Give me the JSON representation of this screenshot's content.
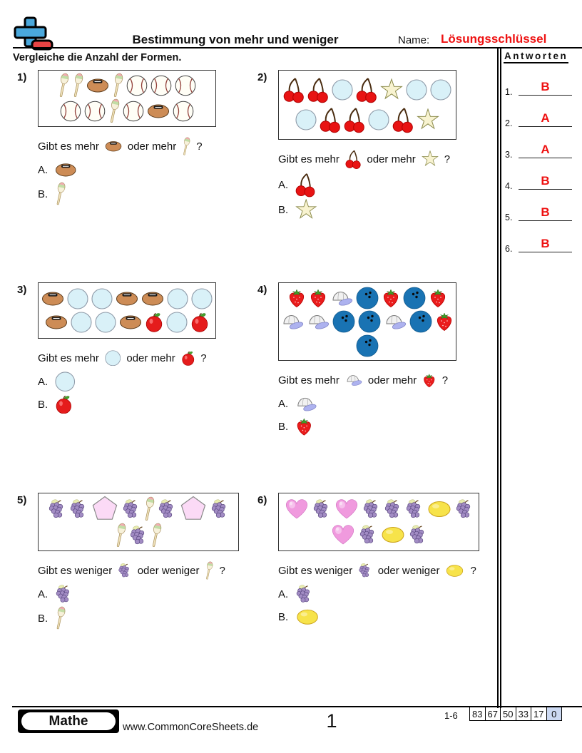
{
  "header": {
    "title": "Bestimmung von mehr und weniger",
    "name_label": "Name:",
    "answer_key_label": "Lösungsschlüssel",
    "instruction": "Vergleiche die Anzahl der Formen.",
    "accent_color": "#ee1111",
    "logo": {
      "plus_color": "#4aa8dc",
      "minus_color": "#e84444"
    }
  },
  "answers": {
    "heading": "Antworten",
    "answer_color": "#ee1111",
    "items": [
      {
        "num": "1.",
        "value": "B"
      },
      {
        "num": "2.",
        "value": "A"
      },
      {
        "num": "3.",
        "value": "A"
      },
      {
        "num": "4.",
        "value": "B"
      },
      {
        "num": "5.",
        "value": "B"
      },
      {
        "num": "6.",
        "value": "B"
      }
    ]
  },
  "problems": [
    {
      "label": "1)",
      "box_rows": [
        [
          "popsicle",
          "popsicle",
          "football",
          "popsicle",
          "baseball",
          "baseball",
          "baseball"
        ],
        [
          "baseball",
          "baseball",
          "popsicle",
          "baseball",
          "football",
          "baseball"
        ]
      ],
      "question": {
        "prefix": "Gibt es mehr",
        "icon1": "football",
        "middle": "oder mehr",
        "icon2": "popsicle",
        "suffix": "?"
      },
      "options": [
        {
          "label": "A.",
          "icon": "football"
        },
        {
          "label": "B.",
          "icon": "popsicle"
        }
      ]
    },
    {
      "label": "2)",
      "box_rows": [
        [
          "cherries",
          "cherries",
          "circle",
          "cherries",
          "star",
          "circle",
          "circle"
        ],
        [
          "circle",
          "cherries",
          "cherries",
          "circle",
          "cherries",
          "star"
        ]
      ],
      "question": {
        "prefix": "Gibt es mehr",
        "icon1": "cherries",
        "middle": "oder mehr",
        "icon2": "star",
        "suffix": "?"
      },
      "options": [
        {
          "label": "A.",
          "icon": "cherries"
        },
        {
          "label": "B.",
          "icon": "star"
        }
      ]
    },
    {
      "label": "3)",
      "box_rows": [
        [
          "football",
          "circle",
          "circle",
          "football",
          "football",
          "circle",
          "circle"
        ],
        [
          "football",
          "circle",
          "circle",
          "football",
          "apple",
          "circle",
          "apple"
        ]
      ],
      "question": {
        "prefix": "Gibt es mehr",
        "icon1": "circle",
        "middle": "oder mehr",
        "icon2": "apple",
        "suffix": "?"
      },
      "options": [
        {
          "label": "A.",
          "icon": "circle"
        },
        {
          "label": "B.",
          "icon": "apple"
        }
      ]
    },
    {
      "label": "4)",
      "box_rows": [
        [
          "strawberry",
          "strawberry",
          "cap",
          "bowling-ball",
          "strawberry",
          "bowling-ball",
          "strawberry"
        ],
        [
          "cap",
          "cap",
          "bowling-ball",
          "bowling-ball",
          "cap",
          "bowling-ball",
          "strawberry"
        ],
        [
          "bowling-ball"
        ]
      ],
      "question": {
        "prefix": "Gibt es mehr",
        "icon1": "cap",
        "middle": "oder mehr",
        "icon2": "strawberry",
        "suffix": "?"
      },
      "options": [
        {
          "label": "A.",
          "icon": "cap"
        },
        {
          "label": "B.",
          "icon": "strawberry"
        }
      ]
    },
    {
      "label": "5)",
      "box_rows": [
        [
          "grapes",
          "grapes",
          "pentagon",
          "grapes",
          "popsicle",
          "grapes",
          "pentagon",
          "grapes"
        ],
        [
          "popsicle",
          "grapes",
          "popsicle"
        ]
      ],
      "question": {
        "prefix": "Gibt es weniger",
        "icon1": "grapes",
        "middle": "oder weniger",
        "icon2": "popsicle",
        "suffix": "?"
      },
      "options": [
        {
          "label": "A.",
          "icon": "grapes"
        },
        {
          "label": "B.",
          "icon": "popsicle"
        }
      ]
    },
    {
      "label": "6)",
      "box_rows": [
        [
          "heart",
          "grapes",
          "heart",
          "grapes",
          "grapes",
          "grapes",
          "lemon",
          "grapes"
        ],
        [
          "heart",
          "grapes",
          "lemon",
          "grapes"
        ]
      ],
      "question": {
        "prefix": "Gibt es weniger",
        "icon1": "grapes",
        "middle": "oder weniger",
        "icon2": "lemon",
        "suffix": "?"
      },
      "options": [
        {
          "label": "A.",
          "icon": "grapes"
        },
        {
          "label": "B.",
          "icon": "lemon"
        }
      ]
    }
  ],
  "footer": {
    "subject": "Mathe",
    "website": "www.CommonCoreSheets.de",
    "page_number": "1",
    "score_range": "1-6",
    "score_values": [
      "83",
      "67",
      "50",
      "33",
      "17",
      "0"
    ],
    "score_highlight_color": "#ccd9f2"
  }
}
